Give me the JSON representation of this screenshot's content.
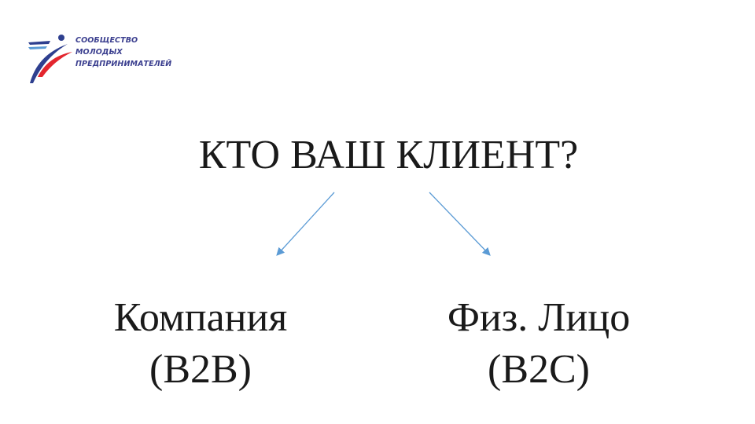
{
  "logo": {
    "line1": "СООБЩЕСТВО",
    "line2": "МОЛОДЫХ",
    "line3": "ПРЕДПРИНИМАТЕЛЕЙ"
  },
  "slide": {
    "question": "КТО ВАШ КЛИЕНТ?",
    "left_option": {
      "line1": "Компания",
      "line2": "(B2B)"
    },
    "right_option": {
      "line1": "Физ. Лицо",
      "line2": "(B2C)"
    }
  },
  "colors": {
    "arrow": "#5b9bd5",
    "logo_text": "#3b3f8f",
    "logo_red": "#e3262e",
    "logo_blue": "#2e3f8f"
  }
}
